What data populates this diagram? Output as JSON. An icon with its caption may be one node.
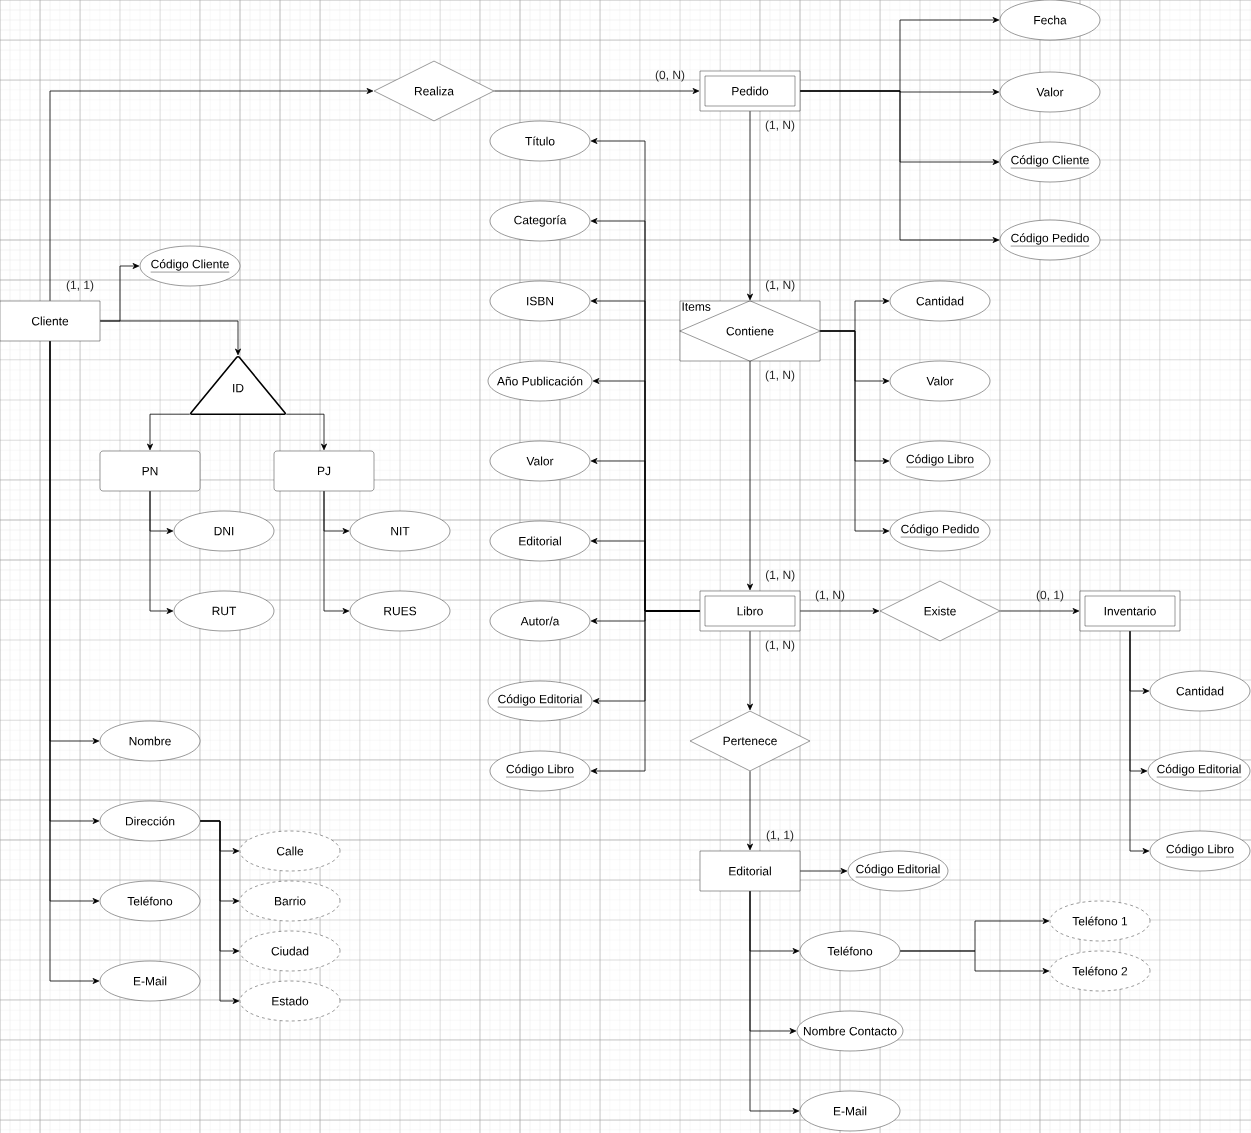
{
  "diagram": {
    "nodes": [
      {
        "text": [
          "Cliente"
        ]
      },
      {
        "text": [
          "Realiza"
        ]
      },
      {
        "text": [
          "Pedido"
        ]
      },
      {
        "text": [
          "Fecha"
        ]
      },
      {
        "text": [
          "Valor"
        ]
      },
      {
        "text": [
          "Código Cliente"
        ]
      },
      {
        "text": [
          "Código Pedido"
        ]
      },
      {
        "text": [
          "Código Cliente"
        ]
      },
      {
        "text": [
          "ID"
        ]
      },
      {
        "text": [
          "PN"
        ]
      },
      {
        "text": [
          "PJ"
        ]
      },
      {
        "text": [
          "DNI"
        ]
      },
      {
        "text": [
          "RUT"
        ]
      },
      {
        "text": [
          "NIT"
        ]
      },
      {
        "text": [
          "RUES"
        ]
      },
      {
        "text": [
          "Nombre"
        ]
      },
      {
        "text": [
          "Dirección"
        ]
      },
      {
        "text": [
          "Teléfono"
        ]
      },
      {
        "text": [
          "E-Mail"
        ]
      },
      {
        "text": [
          "Calle"
        ]
      },
      {
        "text": [
          "Barrio"
        ]
      },
      {
        "text": [
          "Ciudad"
        ]
      },
      {
        "text": [
          "Estado"
        ]
      },
      {
        "text": [
          "Título"
        ]
      },
      {
        "text": [
          "Categoría"
        ]
      },
      {
        "text": [
          "ISBN"
        ]
      },
      {
        "text": [
          "Año Publicación"
        ]
      },
      {
        "text": [
          "Valor"
        ]
      },
      {
        "text": [
          "Editorial"
        ]
      },
      {
        "text": [
          "Autor/a"
        ]
      },
      {
        "text": [
          "Código Editorial"
        ]
      },
      {
        "text": [
          "Código Libro"
        ]
      },
      {
        "text": [
          "Items",
          "Contiene"
        ],
        "beside": [
          "(1, N)"
        ]
      },
      {
        "text": [
          "Cantidad"
        ]
      },
      {
        "text": [
          "Valor"
        ]
      },
      {
        "text": [
          "Código Libro"
        ]
      },
      {
        "text": [
          "Código Pedido"
        ]
      },
      {
        "text": [
          "Libro"
        ],
        "beside": [
          "(1, N)"
        ]
      },
      {
        "text": [
          "Existe"
        ]
      },
      {
        "text": [
          "Inventario"
        ]
      },
      {
        "text": [
          "Cantidad"
        ]
      },
      {
        "text": [
          "Código Editorial"
        ]
      },
      {
        "text": [
          "Código Libro"
        ]
      },
      {
        "text": [
          "Pertenece"
        ]
      },
      {
        "text": [
          "Editorial"
        ]
      },
      {
        "text": [
          "Código Editorial"
        ]
      },
      {
        "text": [
          "Teléfono"
        ]
      },
      {
        "text": [
          "Nombre Contacto"
        ]
      },
      {
        "text": [
          "E-Mail"
        ]
      },
      {
        "text": [
          "Teléfono 1"
        ]
      },
      {
        "text": [
          "Teléfono 2"
        ]
      }
    ],
    "edges": [
      {
        "from": 0,
        "to": 1,
        "arrow": "to",
        "label": "(1, 1)"
      },
      {
        "from": 1,
        "to": 2,
        "arrow": "to",
        "label": "(0, N)"
      },
      {
        "from": 2,
        "to": 32,
        "arrow": "to",
        "label": "(1, N)"
      },
      {
        "from": 32,
        "to": 37,
        "arrow": "to",
        "label": "(1, N)"
      },
      {
        "from": 37,
        "to": 38,
        "arrow": "to",
        "label": "(1, N)"
      },
      {
        "from": 38,
        "to": 39,
        "arrow": "to",
        "label": "(0, 1)"
      },
      {
        "from": 37,
        "to": 43,
        "arrow": "to",
        "label": "(1, N)"
      },
      {
        "from": 43,
        "to": 44,
        "arrow": "to",
        "label": "(1, 1)"
      },
      {
        "from": 0,
        "to": 7,
        "arrow": "to"
      },
      {
        "from": 0,
        "to": 8,
        "arrow": "to"
      },
      {
        "from": 8,
        "to": 9,
        "arrow": "to"
      },
      {
        "from": 8,
        "to": 10,
        "arrow": "to"
      },
      {
        "from": 9,
        "to": 11,
        "arrow": "to"
      },
      {
        "from": 9,
        "to": 12,
        "arrow": "to"
      },
      {
        "from": 10,
        "to": 13,
        "arrow": "to"
      },
      {
        "from": 10,
        "to": 14,
        "arrow": "to"
      },
      {
        "from": 0,
        "to": 15,
        "arrow": "to"
      },
      {
        "from": 0,
        "to": 16,
        "arrow": "to"
      },
      {
        "from": 0,
        "to": 17,
        "arrow": "to"
      },
      {
        "from": 0,
        "to": 18,
        "arrow": "to"
      },
      {
        "from": 16,
        "to": 19,
        "arrow": "to"
      },
      {
        "from": 16,
        "to": 20,
        "arrow": "to"
      },
      {
        "from": 16,
        "to": 21,
        "arrow": "to"
      },
      {
        "from": 16,
        "to": 22,
        "arrow": "to"
      },
      {
        "from": 2,
        "to": 3,
        "arrow": "to"
      },
      {
        "from": 2,
        "to": 4,
        "arrow": "to"
      },
      {
        "from": 2,
        "to": 5,
        "arrow": "to"
      },
      {
        "from": 2,
        "to": 6,
        "arrow": "to"
      },
      {
        "from": 37,
        "to": 23,
        "arrow": "to"
      },
      {
        "from": 37,
        "to": 24,
        "arrow": "to"
      },
      {
        "from": 37,
        "to": 25,
        "arrow": "to"
      },
      {
        "from": 37,
        "to": 26,
        "arrow": "to"
      },
      {
        "from": 37,
        "to": 27,
        "arrow": "to"
      },
      {
        "from": 37,
        "to": 28,
        "arrow": "to"
      },
      {
        "from": 37,
        "to": 29,
        "arrow": "to"
      },
      {
        "from": 37,
        "to": 30,
        "arrow": "to"
      },
      {
        "from": 37,
        "to": 31,
        "arrow": "to"
      },
      {
        "from": 32,
        "to": 33,
        "arrow": "to"
      },
      {
        "from": 32,
        "to": 34,
        "arrow": "to"
      },
      {
        "from": 32,
        "to": 35,
        "arrow": "to"
      },
      {
        "from": 32,
        "to": 36,
        "arrow": "to"
      },
      {
        "from": 39,
        "to": 40,
        "arrow": "to"
      },
      {
        "from": 39,
        "to": 41,
        "arrow": "to"
      },
      {
        "from": 39,
        "to": 42,
        "arrow": "to"
      },
      {
        "from": 44,
        "to": 45,
        "arrow": "to"
      },
      {
        "from": 44,
        "to": 46,
        "arrow": "to"
      },
      {
        "from": 44,
        "to": 47,
        "arrow": "to"
      },
      {
        "from": 44,
        "to": 48,
        "arrow": "to"
      },
      {
        "from": 46,
        "to": 49,
        "arrow": "to"
      },
      {
        "from": 46,
        "to": 50,
        "arrow": "to"
      }
    ]
  }
}
